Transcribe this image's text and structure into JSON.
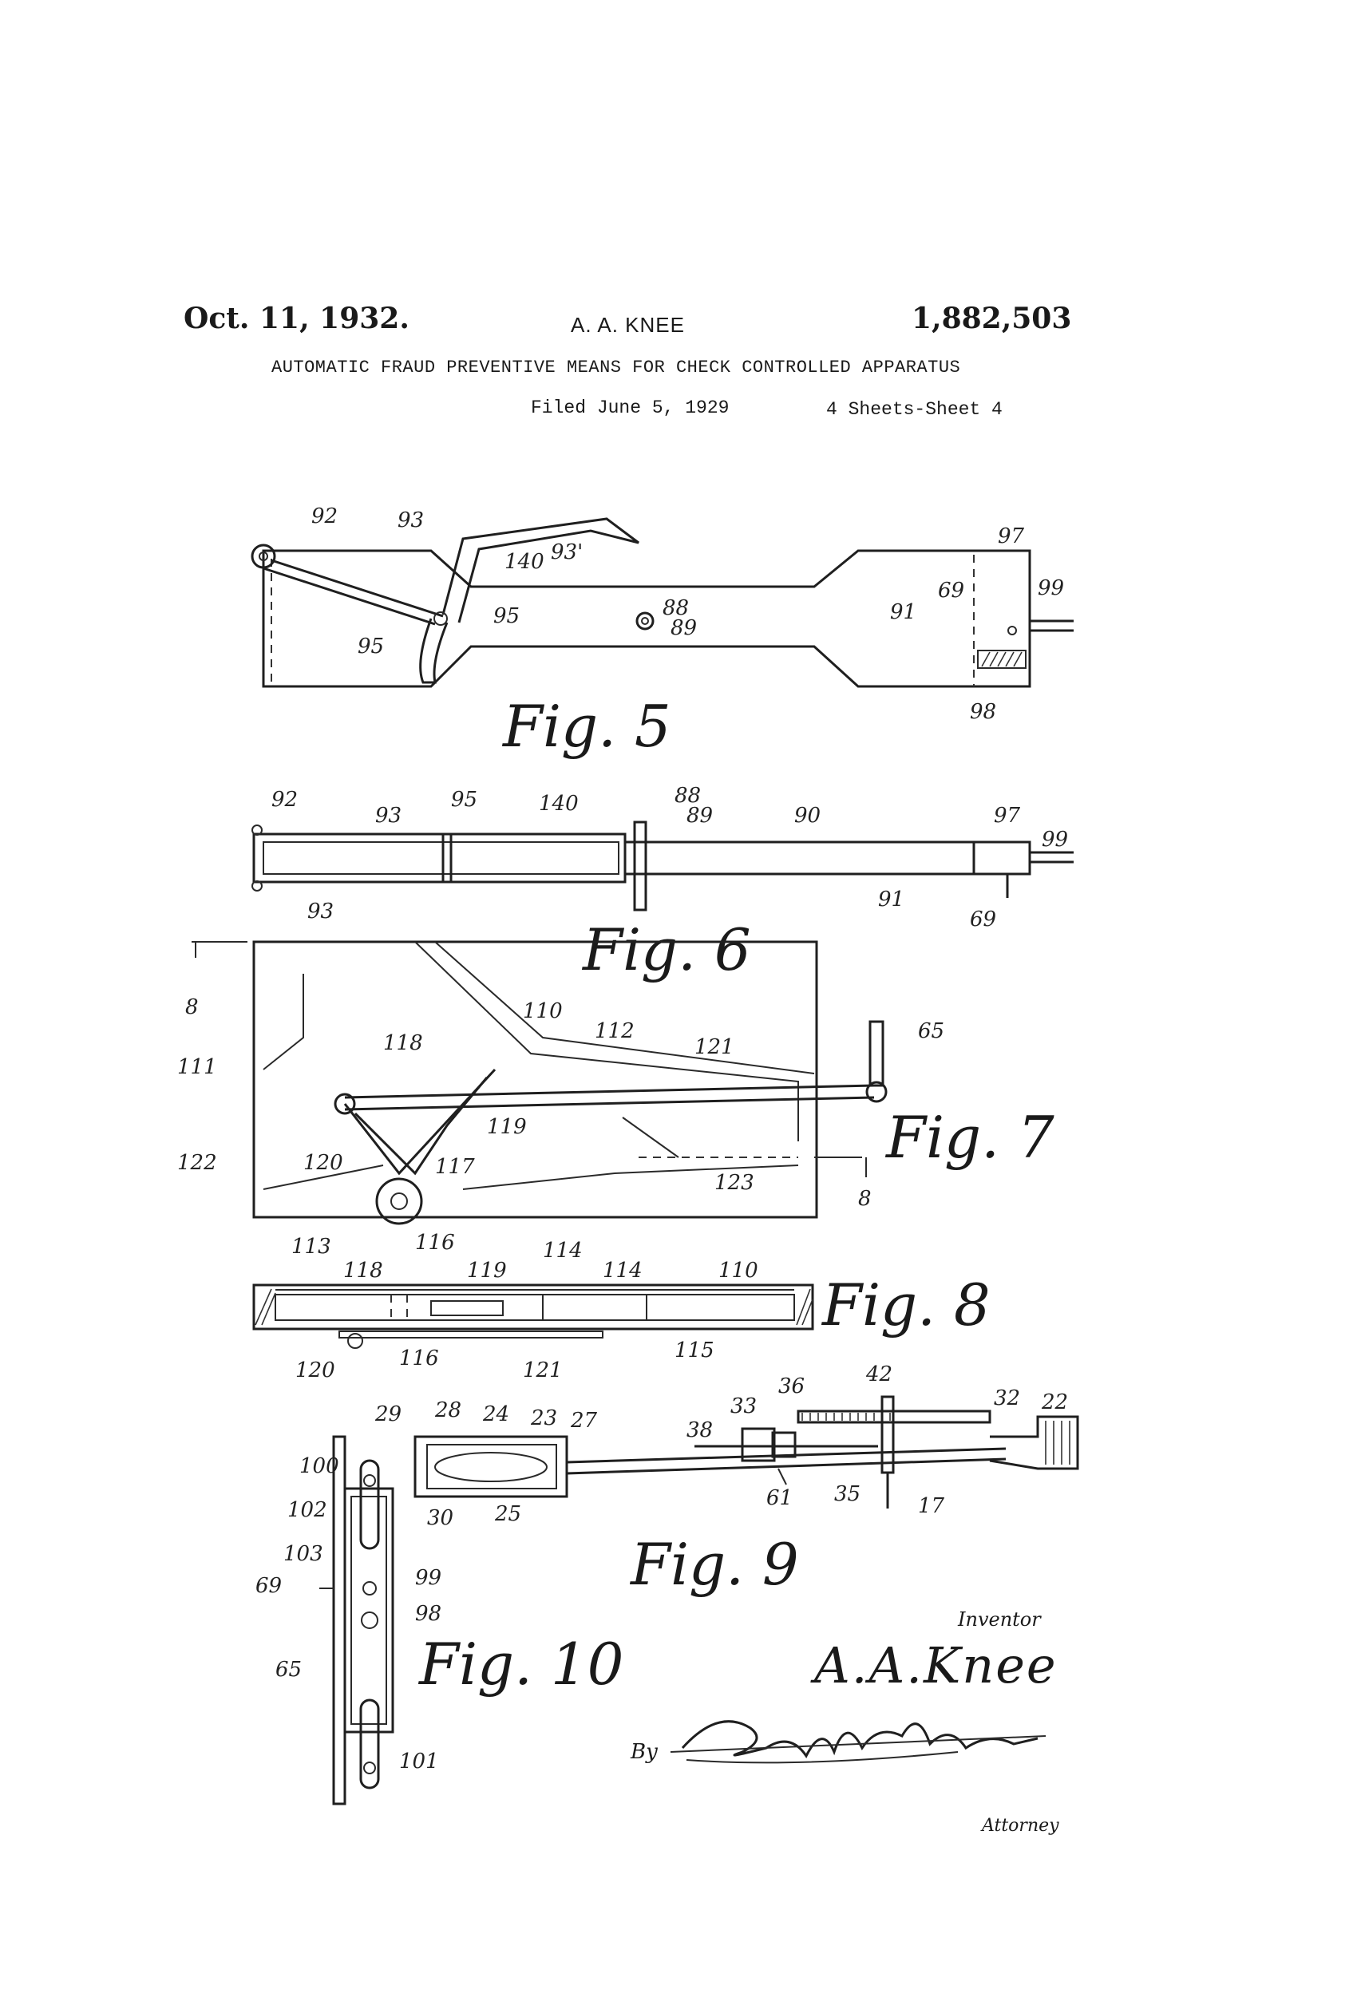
{
  "header": {
    "date": "Oct. 11, 1932.",
    "inventor": "A. A. KNEE",
    "patent_number": "1,882,503",
    "title": "AUTOMATIC FRAUD PREVENTIVE MEANS FOR CHECK CONTROLLED APPARATUS",
    "filed": "Filed June 5, 1929",
    "sheets": "4 Sheets-Sheet 4"
  },
  "figures": {
    "fig5": {
      "label": "Fig. 5",
      "refs": [
        "92",
        "93",
        "93'",
        "140",
        "95",
        "95",
        "88",
        "89",
        "91",
        "69",
        "97",
        "99",
        "98"
      ]
    },
    "fig6": {
      "label": "Fig. 6",
      "refs": [
        "92",
        "93",
        "95",
        "140",
        "88",
        "89",
        "90",
        "97",
        "99",
        "91",
        "93",
        "69"
      ]
    },
    "fig7": {
      "label": "Fig. 7",
      "refs": [
        "8",
        "111",
        "110",
        "118",
        "112",
        "121",
        "65",
        "119",
        "122",
        "120",
        "117",
        "123",
        "8",
        "116",
        "113",
        "114"
      ]
    },
    "fig8": {
      "label": "Fig. 8",
      "refs": [
        "118",
        "119",
        "114",
        "110",
        "120",
        "116",
        "121",
        "115"
      ]
    },
    "fig9": {
      "label": "Fig. 9",
      "refs": [
        "29",
        "28",
        "24",
        "23",
        "27",
        "36",
        "42",
        "32",
        "22",
        "33",
        "38",
        "30",
        "25",
        "61",
        "35",
        "17"
      ]
    },
    "fig10": {
      "label": "Fig. 10",
      "refs": [
        "100",
        "102",
        "103",
        "99",
        "69",
        "98",
        "65",
        "101"
      ]
    }
  },
  "signature": {
    "inventor_word": "Inventor",
    "inventor_name": "A.A.Knee",
    "by_word": "By",
    "attorney_signature": "Paul B. Eaton",
    "attorney_word": "Attorney"
  }
}
